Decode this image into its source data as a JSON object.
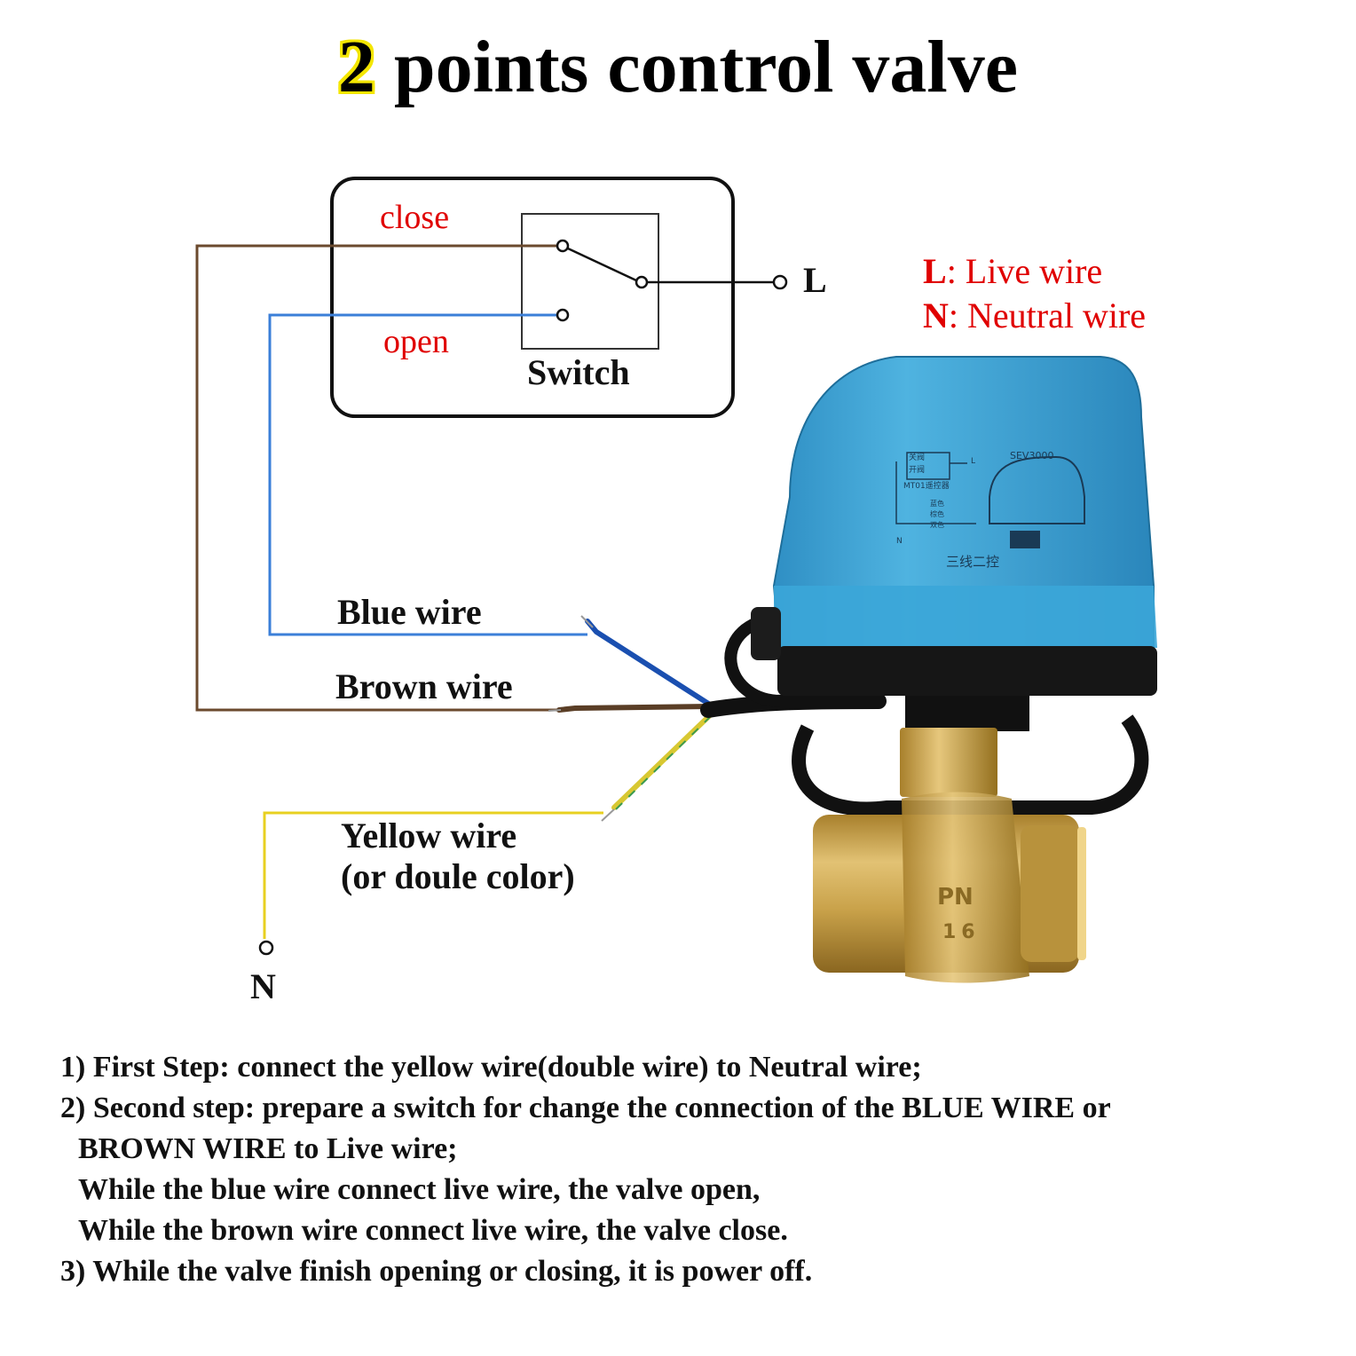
{
  "title": {
    "number": "2",
    "text": " points control valve"
  },
  "switch_box": {
    "close_label": "close",
    "open_label": "open",
    "switch_label": "Switch",
    "live_terminal": "L"
  },
  "legend": {
    "live_key": "L",
    "live_text": ": Live wire",
    "neutral_key": "N",
    "neutral_text": ": Neutral wire"
  },
  "wires": {
    "blue": "Blue wire",
    "brown": "Brown wire",
    "yellow_line1": "Yellow wire",
    "yellow_line2": "(or doule color)",
    "neutral_terminal": "N"
  },
  "actuator": {
    "model": "SEV3000",
    "mini_labels": [
      "关阀",
      "开阀",
      "MT01遥控器",
      "蓝色",
      "棕色",
      "双色",
      "N"
    ],
    "mini_l": "L",
    "caption": "三线二控",
    "body_mark_1": "PN",
    "body_mark_2": "16"
  },
  "colors": {
    "blue_wire": "#3b7fd8",
    "brown_wire": "#6b4a2e",
    "yellow_wire": "#e8d020",
    "label_red": "#e00000",
    "actuator_blue": "#3aa3d4",
    "brass": "#c9a24a"
  },
  "steps": [
    "1) First Step: connect the yellow wire(double wire) to Neutral wire;",
    "2) Second step: prepare a switch for change  the connection of the BLUE WIRE or",
    "BROWN WIRE to Live wire;",
    "While the blue wire connect live wire, the valve open,",
    "While the brown wire connect live wire, the valve close.",
    "3) While the valve finish opening or closing, it is power off."
  ]
}
